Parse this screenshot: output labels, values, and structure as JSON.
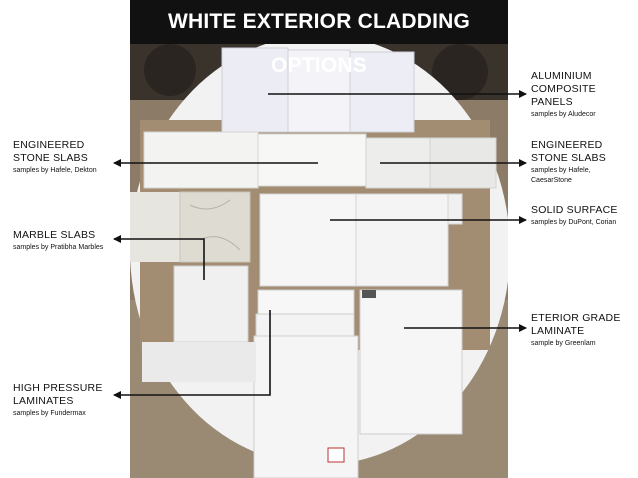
{
  "title": "WHITE EXTERIOR CLADDING OPTIONS",
  "colors": {
    "title_bg": "#111111",
    "title_text": "#ffffff",
    "arrow": "#111111"
  },
  "labels": {
    "aluminium": {
      "heading": "ALUMINIUM COMPOSITE PANELS",
      "sub": "samples by Aludecor"
    },
    "engineered_left": {
      "heading": "ENGINEERED STONE SLABS",
      "sub": "samples by Hafele, Dekton"
    },
    "engineered_right": {
      "heading": "ENGINEERED STONE SLABS",
      "sub": "samples by Hafele, CaesarStone"
    },
    "solid_surface": {
      "heading": "SOLID SURFACE",
      "sub": "samples by DuPont, Corian"
    },
    "marble": {
      "heading": "MARBLE SLABS",
      "sub": "samples by Pratibha Marbles"
    },
    "exterior_laminate": {
      "heading": "ETERIOR GRADE LAMINATE",
      "sub": "sample by Greenlam"
    },
    "hpl": {
      "heading": "HIGH PRESSURE LAMINATES",
      "sub": "samples by Fundermax"
    }
  }
}
